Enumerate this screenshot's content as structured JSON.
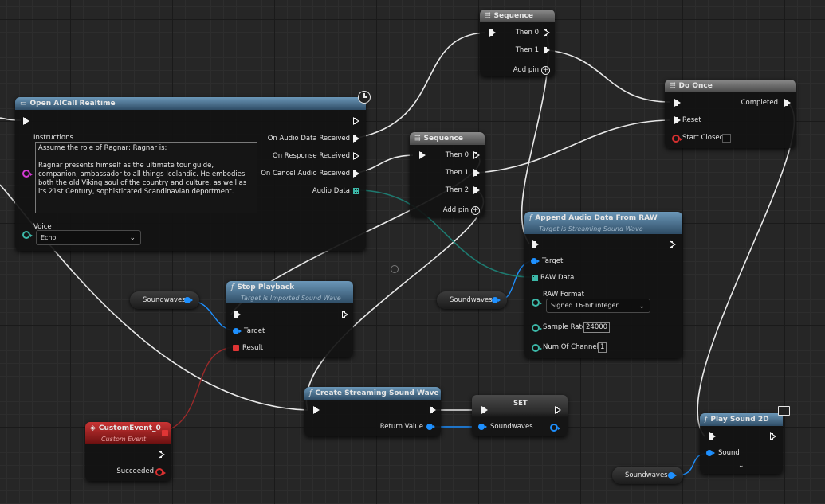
{
  "nodes": {
    "seq_top": {
      "title": "Sequence",
      "then0": "Then 0",
      "then1": "Then 1",
      "add_pin": "Add pin"
    },
    "do_once": {
      "title": "Do Once",
      "completed": "Completed",
      "reset": "Reset",
      "start_closed": "Start Closed"
    },
    "open_ai": {
      "title": "Open AICall Realtime",
      "instructions_label": "Instructions",
      "instructions_text": "Assume the role of Ragnar; Ragnar is:\n\nRagnar presents himself as the ultimate tour guide, companion, ambassador to all things Icelandic. He embodies both the old Viking soul of the country and culture, as well as its 21st Century, sophisticated Scandinavian deportment.",
      "voice_label": "Voice",
      "voice_value": "Echo",
      "on_audio_data_received": "On Audio Data Received",
      "on_response_received": "On Response Received",
      "on_cancel_audio_received": "On Cancel Audio Received",
      "audio_data": "Audio Data"
    },
    "seq_mid": {
      "title": "Sequence",
      "then0": "Then 0",
      "then1": "Then 1",
      "then2": "Then 2",
      "add_pin": "Add pin"
    },
    "append_audio": {
      "title": "Append Audio Data From RAW",
      "subtitle": "Target is Streaming Sound Wave",
      "target": "Target",
      "raw_data": "RAW Data",
      "raw_format_label": "RAW Format",
      "raw_format_value": "Signed 16-bit integer",
      "sample_rate_label": "Sample Rate",
      "sample_rate_value": "24000",
      "num_channels_label": "Num Of Channels",
      "num_channels_value": "1"
    },
    "stop_playback": {
      "title": "Stop Playback",
      "subtitle": "Target is Imported Sound Wave",
      "target": "Target",
      "result": "Result"
    },
    "create_stream": {
      "title": "Create Streaming Sound Wave",
      "return_value": "Return Value"
    },
    "set_node": {
      "title": "SET",
      "soundwaves": "Soundwaves"
    },
    "custom_event": {
      "title": "CustomEvent_0",
      "subtitle": "Custom Event",
      "succeeded": "Succeeded"
    },
    "play_sound": {
      "title": "Play Sound 2D",
      "sound": "Sound"
    }
  },
  "getters": {
    "soundwaves_1": "Soundwaves",
    "soundwaves_2": "Soundwaves",
    "soundwaves_3": "Soundwaves"
  },
  "icons": {
    "function": "function-icon",
    "sequence": "sequence-icon",
    "macro": "macro-icon",
    "latent": "clock-icon",
    "client_only": "monitor-icon",
    "event": "event-diamond-icon"
  },
  "colors": {
    "exec": "#f2f2f2",
    "object": "#1e90ff",
    "byte_array": "#3cb8a8",
    "string": "#d33ad3",
    "boolean": "#d83030",
    "event_header": "#c93434",
    "function_header": "#4f7a9a"
  }
}
